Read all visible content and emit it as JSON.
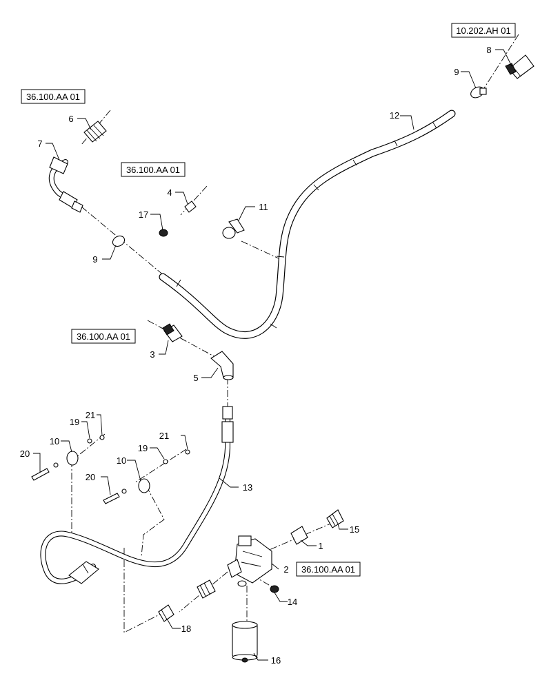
{
  "references": [
    {
      "id": "ref-10202ah01",
      "text": "10.202.AH 01"
    },
    {
      "id": "ref-36100aa01-a",
      "text": "36.100.AA 01"
    },
    {
      "id": "ref-36100aa01-b",
      "text": "36.100.AA 01"
    },
    {
      "id": "ref-36100aa01-c",
      "text": "36.100.AA 01"
    },
    {
      "id": "ref-36100aa01-d",
      "text": "36.100.AA 01"
    }
  ],
  "callouts": {
    "c1": "1",
    "c2": "2",
    "c3": "3",
    "c4": "4",
    "c5": "5",
    "c6": "6",
    "c7": "7",
    "c8": "8",
    "c9a": "9",
    "c9b": "9",
    "c10a": "10",
    "c10b": "10",
    "c11": "11",
    "c12": "12",
    "c13": "13",
    "c14": "14",
    "c15": "15",
    "c16": "16",
    "c17": "17",
    "c18": "18",
    "c19a": "19",
    "c19b": "19",
    "c20a": "20",
    "c20b": "20",
    "c21a": "21",
    "c21b": "21"
  }
}
